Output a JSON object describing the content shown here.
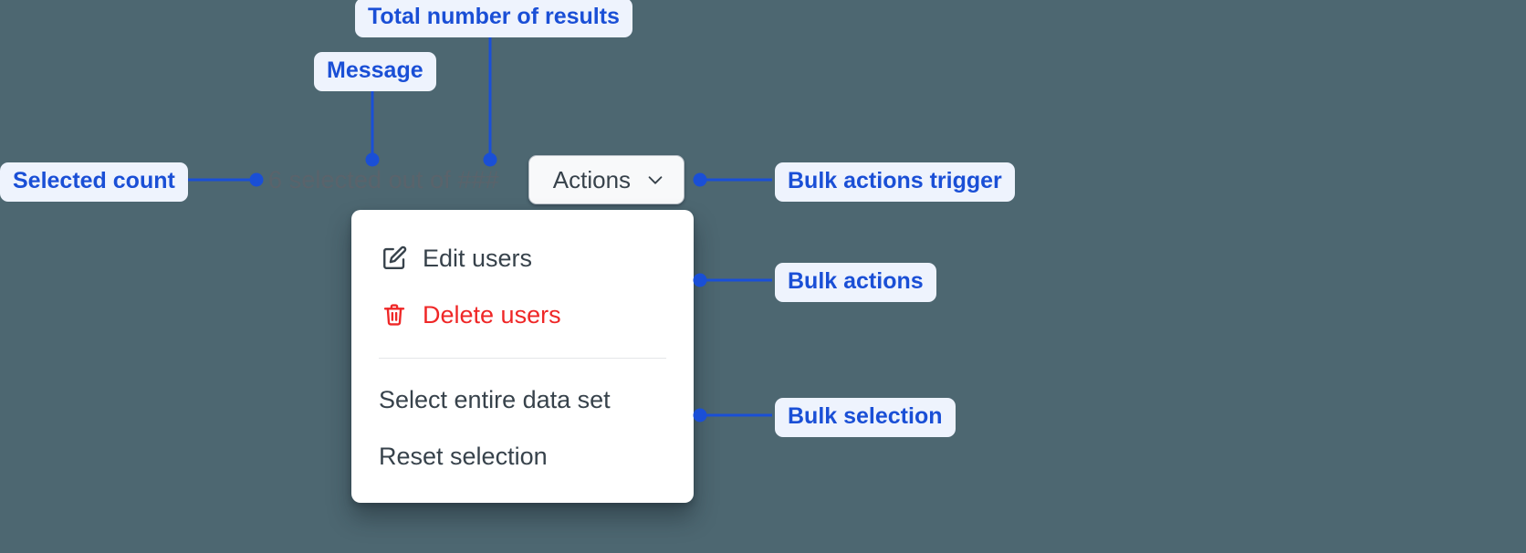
{
  "background_color": "#4d6771",
  "accent_color": "#1a4fd6",
  "annotation_bg_color": "#eef3fd",
  "danger_color": "#ef2727",
  "selection_bar": {
    "selected_count_text": "6 selected out of ###",
    "selected_number": "6",
    "total_placeholder": "###",
    "actions_button": {
      "label": "Actions",
      "icon": "chevron-down-icon",
      "expanded": true
    }
  },
  "dropdown_menu": {
    "groups": [
      {
        "name": "bulk-actions",
        "items": [
          {
            "label": "Edit users",
            "icon": "pencil-square-icon",
            "variant": "default"
          },
          {
            "label": "Delete users",
            "icon": "trash-icon",
            "variant": "danger"
          }
        ]
      },
      {
        "name": "bulk-selection",
        "items": [
          {
            "label": "Select entire data set",
            "icon": "",
            "variant": "default"
          },
          {
            "label": "Reset selection",
            "icon": "",
            "variant": "default"
          }
        ]
      }
    ]
  },
  "annotations": [
    {
      "id": "total-results",
      "label": "Total number of results"
    },
    {
      "id": "message",
      "label": "Message"
    },
    {
      "id": "selected-count",
      "label": "Selected count"
    },
    {
      "id": "bulk-actions-trigger",
      "label": "Bulk actions trigger"
    },
    {
      "id": "bulk-actions",
      "label": "Bulk actions"
    },
    {
      "id": "bulk-selection",
      "label": "Bulk selection"
    }
  ]
}
